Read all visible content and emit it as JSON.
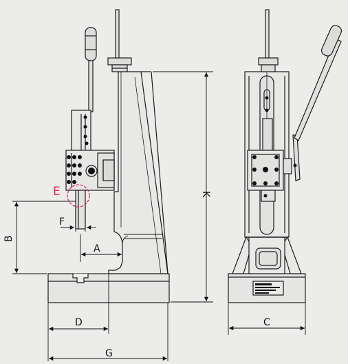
{
  "dimensions": {
    "a": "A",
    "b": "B",
    "c": "C",
    "d": "D",
    "e": "E",
    "f": "F",
    "g": "G",
    "k": "K"
  },
  "colors": {
    "background": "#ececeb",
    "line": "#1a1a1a",
    "body": "#e8e8e7",
    "accent": "#e0245e"
  }
}
